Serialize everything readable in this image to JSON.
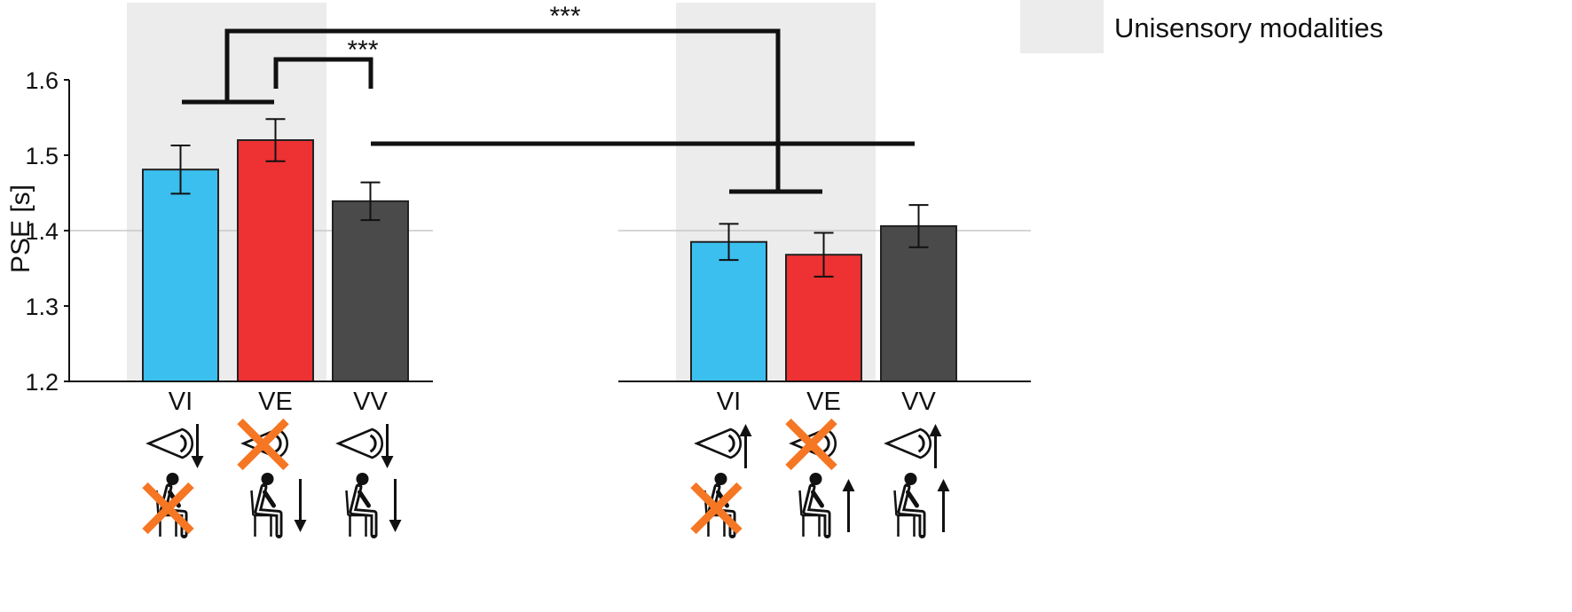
{
  "legend": {
    "label": "Unisensory modalities",
    "color": "#ececec"
  },
  "colors": {
    "VI": "#3bbfee",
    "VE": "#ee3133",
    "VV": "#4a4a4a",
    "cross": "#f57623",
    "reference_line": "#c8c8c8"
  },
  "chart_data": {
    "type": "bar",
    "ylabel": "PSE [s]",
    "ylim": [
      1.2,
      1.6
    ],
    "yticks": [
      "1.2",
      "1.3",
      "1.4",
      "1.5",
      "1.6"
    ],
    "reference_line": 1.4,
    "panels": [
      {
        "categories": [
          "VI",
          "VE",
          "VV"
        ],
        "values": [
          1.481,
          1.52,
          1.439
        ],
        "errors": [
          0.032,
          0.028,
          0.025
        ],
        "motion_direction": "down",
        "shaded": [
          "VI",
          "VE"
        ]
      },
      {
        "categories": [
          "VI",
          "VE",
          "VV"
        ],
        "values": [
          1.385,
          1.368,
          1.406
        ],
        "errors": [
          0.024,
          0.029,
          0.028
        ],
        "motion_direction": "up",
        "shaded": [
          "VI",
          "VE"
        ]
      }
    ],
    "cue_icons": {
      "VI": {
        "eye": "on",
        "body": "off"
      },
      "VE": {
        "eye": "off",
        "body": "on"
      },
      "VV": {
        "eye": "on",
        "body": "on"
      }
    },
    "significance": [
      {
        "label": "***",
        "compare": "left panel VI+VE vs right panel (all conditions)"
      },
      {
        "label": "***",
        "compare": "left panel VE vs VV"
      }
    ]
  }
}
